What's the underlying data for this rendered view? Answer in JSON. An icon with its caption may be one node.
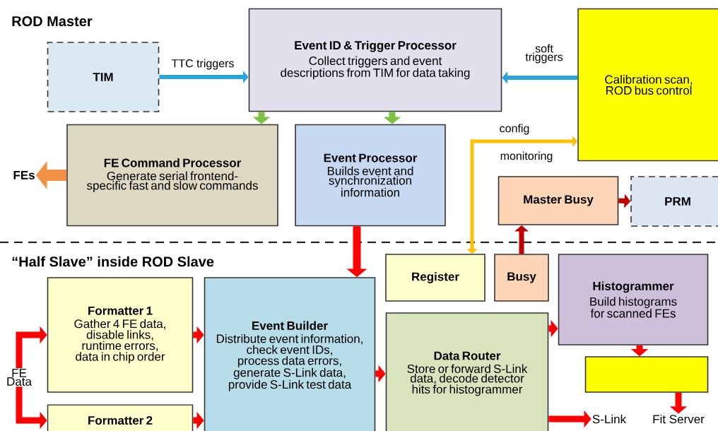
{
  "diagram": {
    "nodes": [
      {
        "text": [
          "TIM"
        ]
      },
      {
        "text": [
          "Event ID & Trigger Processor",
          "Collect triggers and event descriptions from TIM for data taking"
        ]
      },
      {
        "text": [
          "Calibration scan, ROD bus control"
        ]
      },
      {
        "text": [
          "FE Command Processor",
          "Generate serial frontend-specific fast and slow commands"
        ]
      },
      {
        "text": [
          "Event Processor",
          "Builds event and synchronization information"
        ]
      },
      {
        "text": [
          "Master Busy"
        ]
      },
      {
        "text": [
          "PRM"
        ]
      },
      {
        "text": [
          "FEs"
        ]
      },
      {
        "text": [
          "Register"
        ]
      },
      {
        "text": [
          "Busy"
        ]
      },
      {
        "text": [
          "Histogrammer",
          "Build histograms for scanned FEs"
        ]
      },
      {
        "text": [
          "Formatter 1",
          "Gather 4 FE data, disable links, runtime errors, data in chip order"
        ]
      },
      {
        "text": [
          "Event Builder",
          "Distribute event information, check event IDs, process data errors, generate S-Link data, provide S-Link test data"
        ]
      },
      {
        "text": [
          "Data Router",
          "Store or forward S-Link data, decode detector hits for histogrammer"
        ]
      },
      {
        "text": [],
        "shape": "box"
      },
      {
        "text": [
          "Formatter 2"
        ]
      },
      {
        "text": [
          "FE Data"
        ]
      },
      {
        "text": [
          "S-Link"
        ]
      },
      {
        "text": [
          "Fit Server"
        ]
      }
    ],
    "edges": [
      {
        "from": 0,
        "to": 1,
        "arrow": "to",
        "label": "TTC triggers",
        "color": "#2aa5dc"
      },
      {
        "from": 2,
        "to": 1,
        "arrow": "to",
        "label": "soft triggers",
        "color": "#2aa5dc"
      },
      {
        "from": 1,
        "to": 3,
        "arrow": "to",
        "color": "#7dc142"
      },
      {
        "from": 1,
        "to": 4,
        "arrow": "to",
        "color": "#7dc142"
      },
      {
        "from": 3,
        "to": 7,
        "arrow": "to",
        "color": "#f39144"
      },
      {
        "from": 8,
        "to": 2,
        "arrow": "both",
        "label": "config",
        "color": "#ffc000"
      },
      {
        "from": 9,
        "to": 5,
        "arrow": "to",
        "color": "#c00000"
      },
      {
        "from": 5,
        "to": 6,
        "arrow": "to",
        "color": "#c00000"
      },
      {
        "from": 4,
        "to": 12,
        "arrow": "to"
      },
      {
        "from": 16,
        "to": 11,
        "arrow": "to"
      },
      {
        "from": 16,
        "to": 15,
        "arrow": "to"
      },
      {
        "from": 11,
        "to": 12,
        "arrow": "to"
      },
      {
        "from": 15,
        "to": 12,
        "arrow": "to"
      },
      {
        "from": 12,
        "to": 13,
        "arrow": "to"
      },
      {
        "from": 13,
        "to": 10,
        "arrow": "to"
      },
      {
        "from": 13,
        "to": 17,
        "arrow": "to"
      },
      {
        "from": 10,
        "to": 14,
        "arrow": "to"
      },
      {
        "from": 14,
        "to": 18,
        "arrow": "to"
      }
    ],
    "labels": [
      "ROD Master",
      "“Half Slave” inside ROD Slave",
      "monitoring"
    ]
  }
}
